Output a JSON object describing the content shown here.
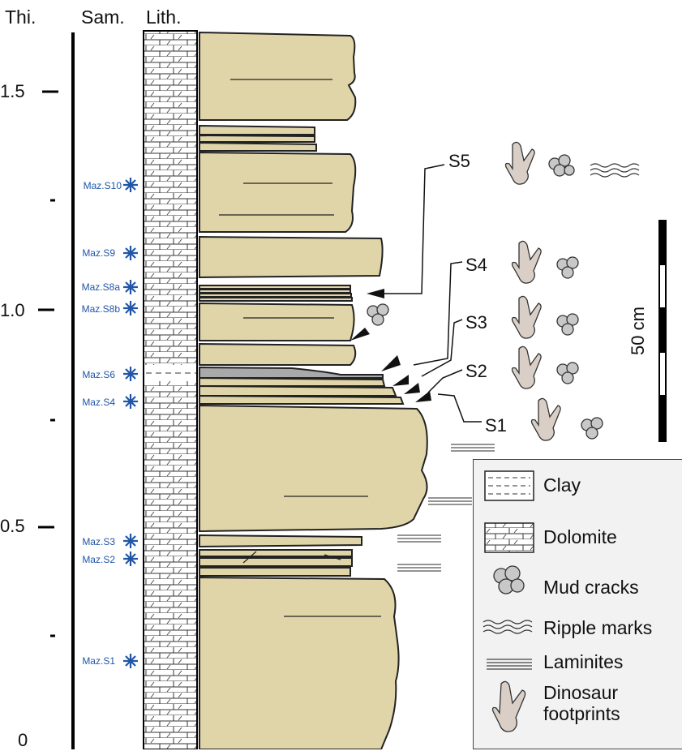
{
  "headers": {
    "thickness": "Thi.",
    "samples": "Sam.",
    "lithology": "Lith."
  },
  "thickness_ticks": [
    {
      "label": "1.5",
      "value": 1.5
    },
    {
      "label": "1.0",
      "value": 1.0
    },
    {
      "label": "0.5",
      "value": 0.5
    },
    {
      "label": "0",
      "value": 0
    }
  ],
  "samples": [
    {
      "label": "Maz.S10",
      "value": 1.27
    },
    {
      "label": "Maz.S9",
      "value": 1.11
    },
    {
      "label": "Maz.S8a",
      "value": 1.03
    },
    {
      "label": "Maz.S8b",
      "value": 0.99
    },
    {
      "label": "Maz.S6",
      "value": 0.83
    },
    {
      "label": "Maz.S4",
      "value": 0.76
    },
    {
      "label": "Maz.S3",
      "value": 0.46
    },
    {
      "label": "Maz.S2",
      "value": 0.42
    },
    {
      "label": "Maz.S1",
      "value": 0.13
    }
  ],
  "surfaces": [
    "S5",
    "S4",
    "S3",
    "S2",
    "S1"
  ],
  "scale_bar": {
    "label": "50 cm"
  },
  "legend": [
    {
      "icon": "clay-pattern-icon",
      "label": "Clay"
    },
    {
      "icon": "dolomite-pattern-icon",
      "label": "Dolomite"
    },
    {
      "icon": "mud-cracks-icon",
      "label": "Mud cracks"
    },
    {
      "icon": "ripple-marks-icon",
      "label": "Ripple marks"
    },
    {
      "icon": "laminites-icon",
      "label": "Laminites"
    },
    {
      "icon": "dinosaur-footprints-icon",
      "label": "Dinosaur footprints"
    }
  ],
  "colors": {
    "rock": "#e0d5a8",
    "outline": "#222222",
    "sample_text": "#2156a6",
    "clay": "#a9a9a9"
  }
}
